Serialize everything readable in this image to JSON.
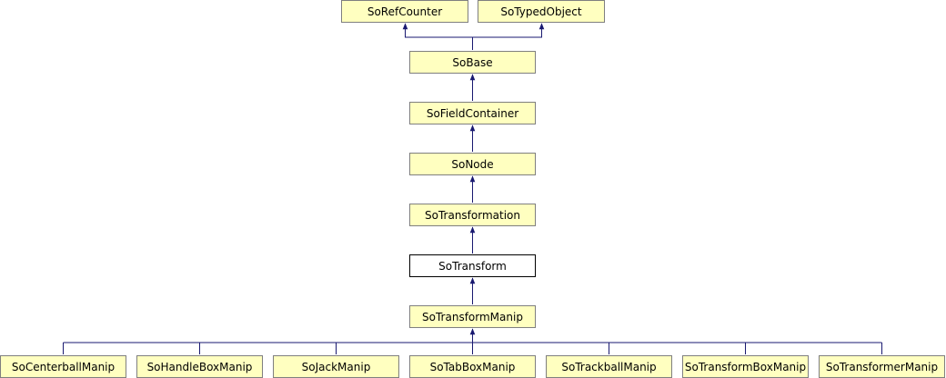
{
  "diagram": {
    "colors": {
      "node_fill": "#ffffc0",
      "node_border": "#7f7f7f",
      "current_fill": "#ffffff",
      "current_border": "#000000",
      "edge": "#191970"
    },
    "nodes": {
      "so_ref_counter": "SoRefCounter",
      "so_typed_object": "SoTypedObject",
      "so_base": "SoBase",
      "so_field_container": "SoFieldContainer",
      "so_node": "SoNode",
      "so_transformation": "SoTransformation",
      "so_transform": "SoTransform",
      "so_transform_manip": "SoTransformManip",
      "so_centerball_manip": "SoCenterballManip",
      "so_handle_box_manip": "SoHandleBoxManip",
      "so_jack_manip": "SoJackManip",
      "so_tab_box_manip": "SoTabBoxManip",
      "so_trackball_manip": "SoTrackballManip",
      "so_transform_box_manip": "SoTransformBoxManip",
      "so_transformer_manip": "SoTransformerManip"
    }
  }
}
